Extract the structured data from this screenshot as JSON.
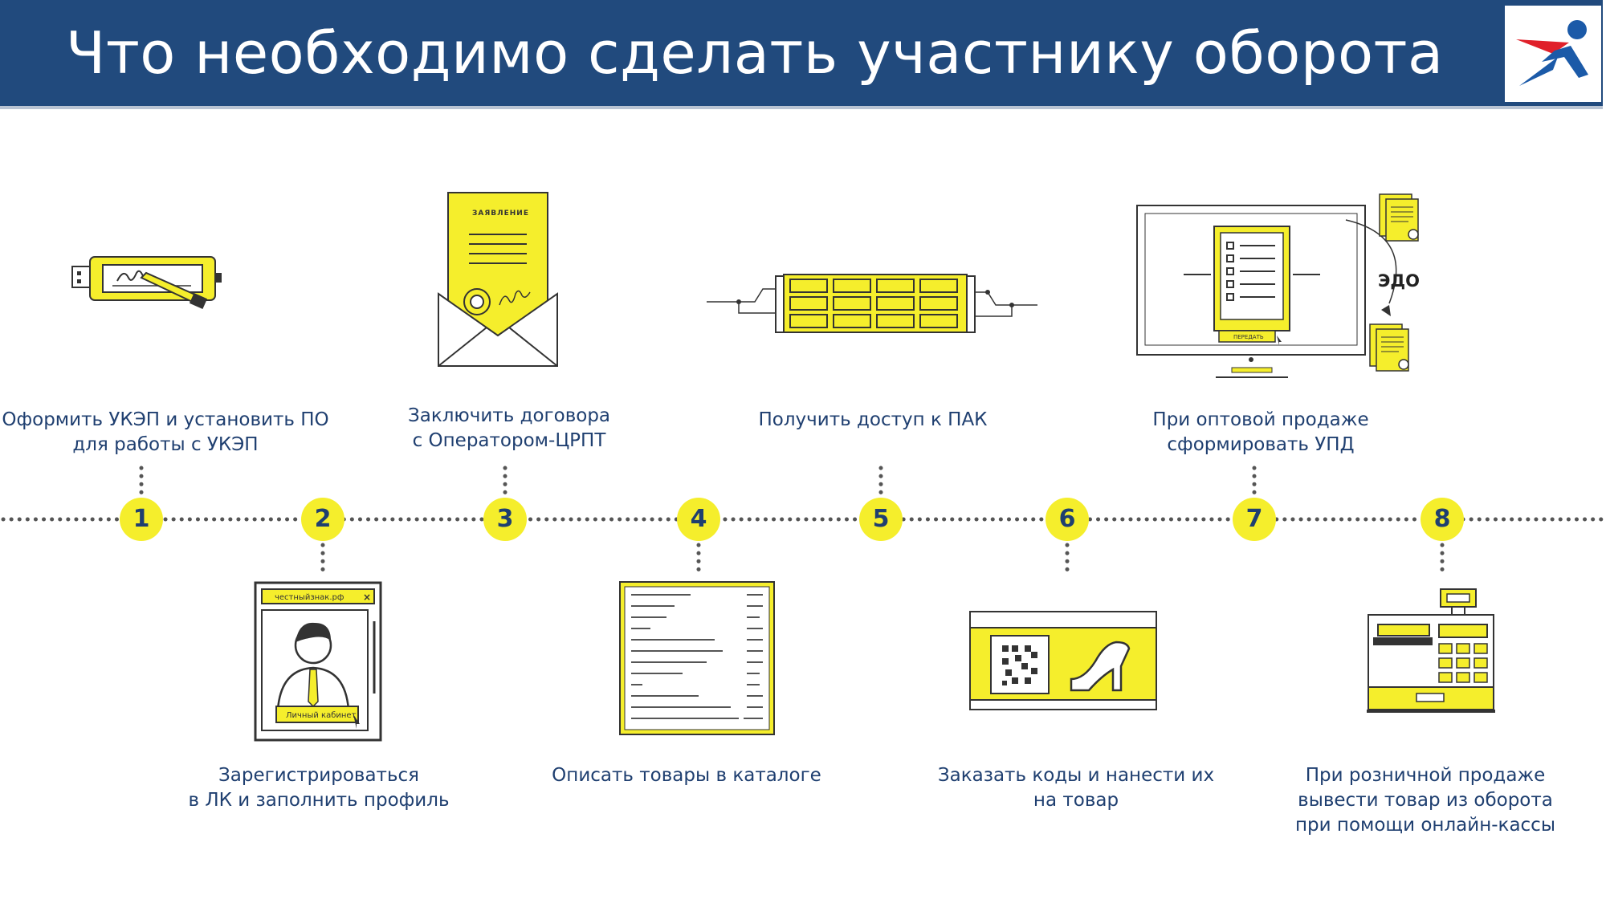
{
  "header": {
    "title": "Что необходимо сделать участнику оборота"
  },
  "colors": {
    "header_bg": "#214a7d",
    "accent_yellow": "#f5ee2c",
    "text_blue": "#1f3f70",
    "dots": "#555555"
  },
  "steps": [
    {
      "number": "1",
      "label_lines": [
        "Оформить УКЭП и установить ПО",
        "для работы с УКЭП"
      ],
      "icon": "usb-token-signature-icon"
    },
    {
      "number": "2",
      "label_lines": [
        "Зарегистрироваться",
        "в ЛК и заполнить профиль"
      ],
      "icon": "personal-account-window-icon",
      "icon_texts": [
        "честныйзнак.рф",
        "Личный кабинет"
      ]
    },
    {
      "number": "3",
      "label_lines": [
        "Заключить договора",
        "с Оператором-ЦРПТ"
      ],
      "icon": "application-envelope-icon",
      "icon_texts": [
        "ЗАЯВЛЕНИЕ"
      ]
    },
    {
      "number": "4",
      "label_lines": [
        "Описать товары в каталоге"
      ],
      "icon": "catalog-form-icon"
    },
    {
      "number": "5",
      "label_lines": [
        "Получить доступ к ПАК"
      ],
      "icon": "server-rack-icon"
    },
    {
      "number": "6",
      "label_lines": [
        "Заказать коды и нанести их",
        "на товар"
      ],
      "icon": "code-label-shoe-icon"
    },
    {
      "number": "7",
      "label_lines": [
        "При оптовой продаже",
        "сформировать УПД"
      ],
      "icon": "edo-monitor-icon",
      "icon_texts": [
        "ЭДО",
        "ПЕРЕДАТЬ"
      ]
    },
    {
      "number": "8",
      "label_lines": [
        "При розничной продаже",
        "вывести товар из оборота",
        "при помощи онлайн-кассы"
      ],
      "icon": "cash-register-icon"
    }
  ]
}
